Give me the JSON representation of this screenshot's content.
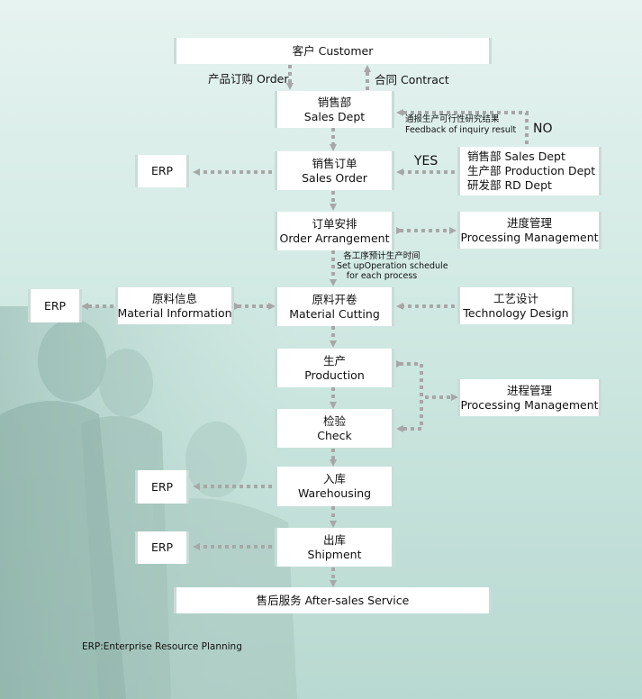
{
  "nodes": {
    "customer": "客户 Customer",
    "sales_dept": [
      "销售部",
      "Sales Dept"
    ],
    "sales_order": [
      "销售订单",
      "Sales Order"
    ],
    "order_arrangement": [
      "订单安排",
      "Order Arrangement"
    ],
    "material_cutting": [
      "原料开卷",
      "Material Cutting"
    ],
    "production": [
      "生产",
      "Production"
    ],
    "check": [
      "检验",
      "Check"
    ],
    "warehousing": [
      "入库",
      "Warehousing"
    ],
    "shipment": [
      "出库",
      "Shipment"
    ],
    "after_sales": "售后服务 After-sales Service",
    "depts": [
      "销售部 Sales Dept",
      "生产部 Production Dept",
      "研发部 RD Dept"
    ],
    "processing_mgmt_1": [
      "进度管理",
      "Processing Management"
    ],
    "processing_mgmt_2": [
      "进程管理",
      "Processing Management"
    ],
    "technology_design": [
      "工艺设计",
      "Technology Design"
    ],
    "material_information": [
      "原料信息",
      "Material Information"
    ],
    "erp": "ERP"
  },
  "labels": {
    "product_order": "产品订购 Order",
    "contract": "合同 Contract",
    "feedback": [
      "通报生产可行性研究结果",
      "Feedback of inquiry result"
    ],
    "no": "NO",
    "yes": "YES",
    "schedule": [
      "各工序预计生产时间",
      "Set upOperation schedule",
      "for each process"
    ],
    "footnote": "ERP:Enterprise Resource Planning"
  },
  "colors": {
    "background": "#d5ebe6",
    "box": "#ffffff",
    "box_border": "#c9dcd8",
    "arrow": "#a7a7a7"
  }
}
